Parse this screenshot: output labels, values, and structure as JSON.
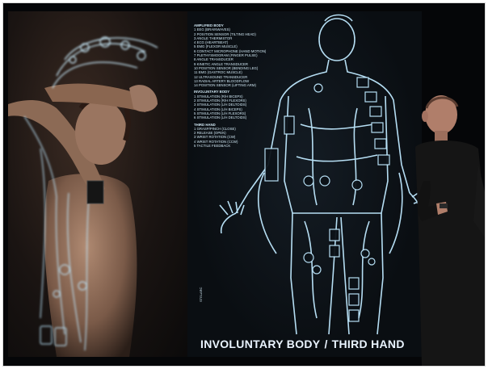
{
  "caption": {
    "left": "INVOLUNTARY BODY",
    "separator": "/",
    "right": "THIRD HAND"
  },
  "diagram": {
    "section_amplified": "AMPLIFIED BODY",
    "amplified_items": [
      "1   EEG (BRAINWAVES)",
      "2   POSITION SENSOR (TILTING HEAD)",
      "3   ANGLE THERMISTOR",
      "4   ECG (HEARTBEAT)",
      "5   EMG (FLEXOR MUSCLE)",
      "6   CONTACT MICROPHONE (HAND MOTION)",
      "7   PLETHYSMOGRAM (FINGER PULSE)",
      "8   ANGLE TRANSDUCER",
      "9   KINETIC ANGLE TRANSDUCER",
      "10  POSITION SENSOR (BENDING LEG)",
      "11  EMG (GASTROC MUSCLE)",
      "12  ULTRASOUND TRANSDUCER",
      "13  RADIAL ARTERY BLOODFLOW",
      "14  POSITION SENSOR (LIFTING ARM)"
    ],
    "section_involuntary": "INVOLUNTARY BODY",
    "involuntary_items": [
      "1   STIMULATION (R/H BICEPS)",
      "2   STIMULATION (R/H FLEXORS)",
      "3   STIMULATION (L/H DELTOIDS)",
      "4   STIMULATION (L/H BICEPS)",
      "5   STIMULATION (L/H FLEXORS)",
      "6   STIMULATION (L/H DELTOIDS)"
    ],
    "section_third_hand": "THIRD HAND",
    "third_hand_items": [
      "1   GRASP/PINCH (CLOSE)",
      "2   RELEASE (OPEN)",
      "3   WRIST ROTATION (CW)",
      "4   WRIST ROTATION (CCW)",
      "5   TACTILE FEEDBACK"
    ],
    "vertical_label": "STELARC"
  },
  "colors": {
    "line_glow": "#bfe9ff",
    "screen_bg": "#0b0f13",
    "skin": "#8a6a55"
  }
}
